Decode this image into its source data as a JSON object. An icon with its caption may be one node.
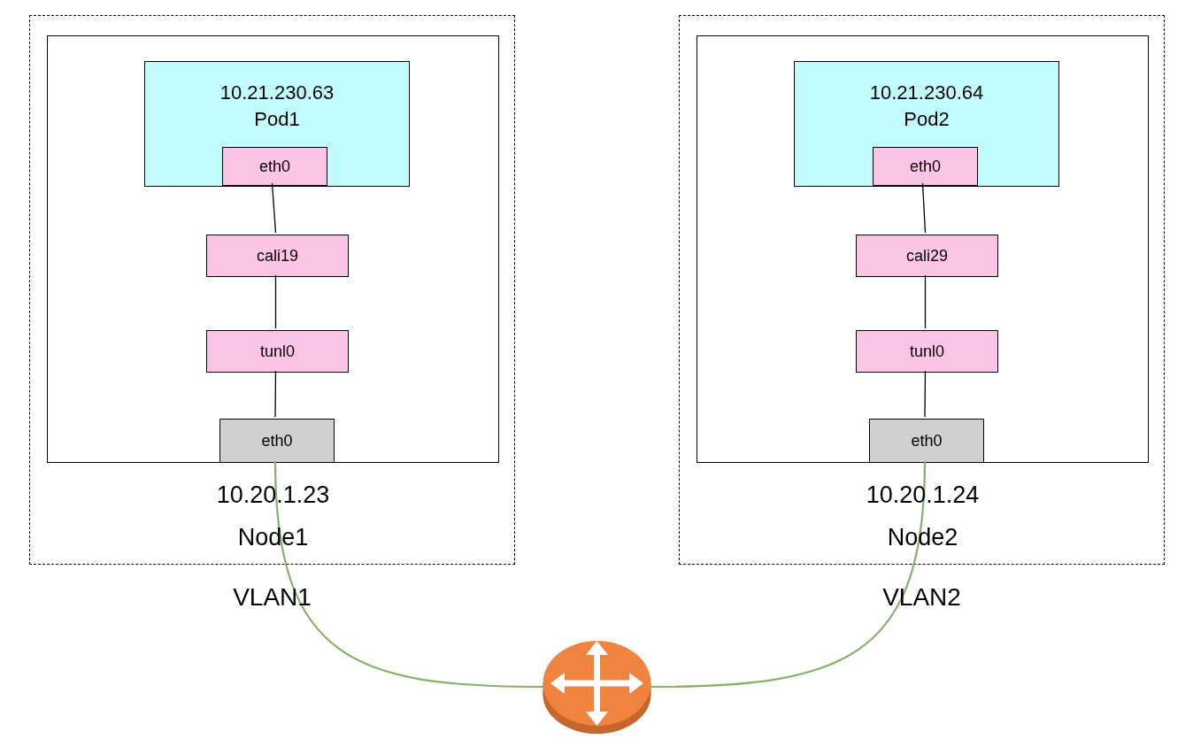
{
  "diagram": {
    "nodes": [
      {
        "text": [
          "VLAN1"
        ]
      },
      {
        "text": [
          "10.20.1.23",
          "Node1"
        ],
        "in": 0
      },
      {
        "text": [
          "10.21.230.63",
          "Pod1"
        ],
        "in": 1
      },
      {
        "text": [
          "eth0"
        ],
        "in": 2
      },
      {
        "text": [
          "cali19"
        ],
        "in": 1
      },
      {
        "text": [
          "tunl0"
        ],
        "in": 1
      },
      {
        "text": [
          "eth0"
        ],
        "in": 1
      },
      {
        "text": [
          "VLAN2"
        ]
      },
      {
        "text": [
          "10.20.1.24",
          "Node2"
        ],
        "in": 7
      },
      {
        "text": [
          "10.21.230.64",
          "Pod2"
        ],
        "in": 8
      },
      {
        "text": [
          "eth0"
        ],
        "in": 9
      },
      {
        "text": [
          "cali29"
        ],
        "in": 8
      },
      {
        "text": [
          "tunl0"
        ],
        "in": 8
      },
      {
        "text": [
          "eth0"
        ],
        "in": 8
      },
      {
        "text": [],
        "shape": "circle"
      }
    ],
    "edges": [
      {
        "from": 3,
        "to": 4,
        "arrow": "none"
      },
      {
        "from": 4,
        "to": 5,
        "arrow": "none"
      },
      {
        "from": 5,
        "to": 6,
        "arrow": "none"
      },
      {
        "from": 10,
        "to": 11,
        "arrow": "none"
      },
      {
        "from": 11,
        "to": 12,
        "arrow": "none"
      },
      {
        "from": 12,
        "to": 13,
        "arrow": "none"
      },
      {
        "from": 6,
        "to": 14,
        "arrow": "none",
        "color": "#82b366"
      },
      {
        "from": 13,
        "to": 14,
        "arrow": "none",
        "color": "#82b366"
      }
    ]
  }
}
